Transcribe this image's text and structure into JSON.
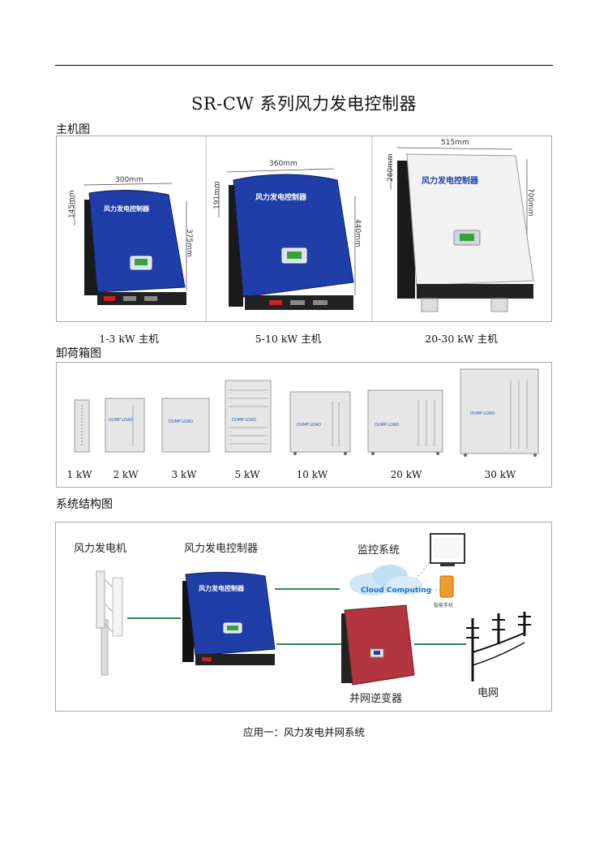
{
  "title": "SR-CW 系列风力发电控制器",
  "sections": {
    "main_units": "主机图",
    "dump_load": "卸荷箱图",
    "system": "系统结构图"
  },
  "main_units": [
    {
      "caption": "1-3 kW 主机",
      "width": "300mm",
      "height": "375mm",
      "depth": "145mm",
      "brand": "风力发电控制器",
      "color": "#1f3ea8"
    },
    {
      "caption": "5-10 kW 主机",
      "width": "360mm",
      "height": "440mm",
      "depth": "191mm",
      "brand": "风力发电控制器",
      "color": "#1f3ea8"
    },
    {
      "caption": "20-30 kW 主机",
      "width": "515mm",
      "height": "700mm",
      "depth": "260mm",
      "brand": "风力发电控制器",
      "color": "#f2f2f2"
    }
  ],
  "dump_loads": [
    {
      "label": "1 kW"
    },
    {
      "label": "2 kW",
      "tag": "DUMP LOAD"
    },
    {
      "label": "3 kW",
      "tag": "DUMP LOAD"
    },
    {
      "label": "5 kW",
      "tag": "DUMP LOAD"
    },
    {
      "label": "10 kW",
      "tag": "DUMP LOAD"
    },
    {
      "label": "20 kW",
      "tag": "DUMP LOAD"
    },
    {
      "label": "30 kW",
      "tag": "DUMP LOAD"
    }
  ],
  "system": {
    "turbine": "风力发电机",
    "controller": "风力发电控制器",
    "monitor": "监控系统",
    "cloud": "Cloud Computing",
    "phone": "智能手机",
    "inverter": "并网逆变器",
    "grid": "电网"
  },
  "footer_caption": "应用一：风力发电并网系统"
}
